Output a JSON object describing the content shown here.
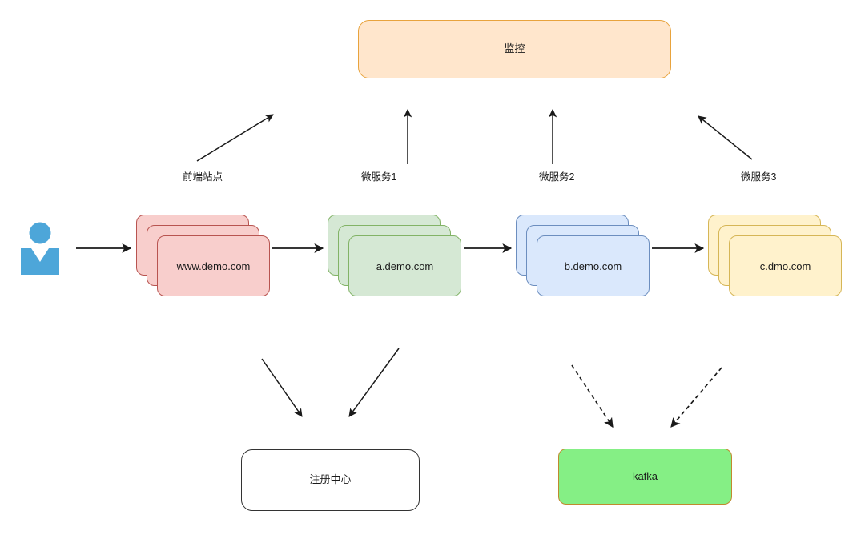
{
  "diagram": {
    "title_nodes": {
      "monitor": "监控",
      "registry": "注册中心",
      "kafka": "kafka"
    },
    "services": [
      {
        "key": "web",
        "label": "www.demo.com",
        "edge_label": "前端站点",
        "fill": "#f8cecc",
        "stroke": "#b85450",
        "instances": 3
      },
      {
        "key": "a",
        "label": "a.demo.com",
        "edge_label": "微服务1",
        "fill": "#d5e8d4",
        "stroke": "#82b366",
        "instances": 3
      },
      {
        "key": "b",
        "label": "b.demo.com",
        "edge_label": "微服务2",
        "fill": "#dae8fc",
        "stroke": "#6c8ebf",
        "instances": 3
      },
      {
        "key": "c",
        "label": "c.dmo.com",
        "edge_label": "微服务3",
        "fill": "#fff2cc",
        "stroke": "#d6b656",
        "instances": 3
      }
    ],
    "actor": {
      "name": "user-actor",
      "color": "#4da6d9"
    },
    "colors": {
      "monitor_fill": "#ffe6cc",
      "monitor_stroke": "#e8a33d",
      "registry_fill": "#ffffff",
      "registry_stroke": "#333333",
      "kafka_fill": "#85ef85",
      "kafka_stroke": "#c08a2e",
      "edge": "#1a1a1a",
      "background": "#ffffff"
    }
  }
}
